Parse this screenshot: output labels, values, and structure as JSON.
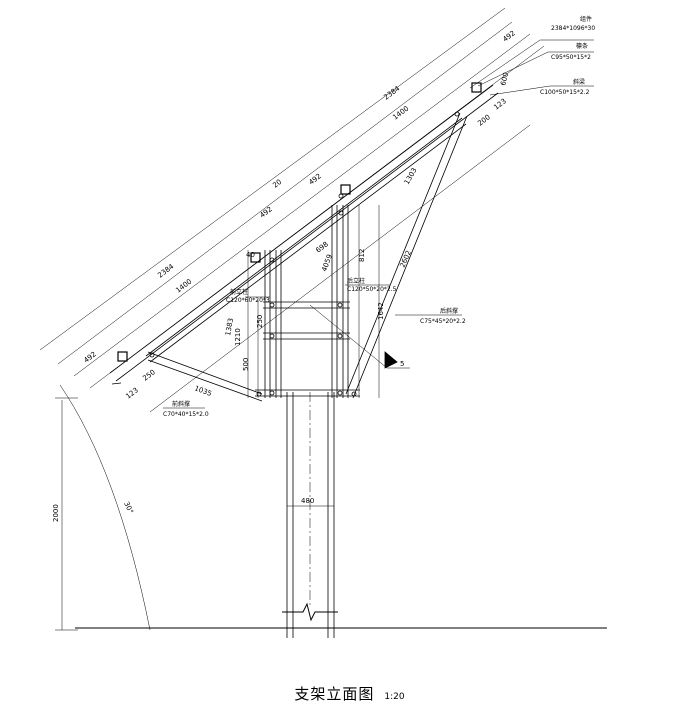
{
  "title": "支架立面图",
  "scale": "1:20",
  "top_dims": [
    "2384",
    "1400",
    "492",
    "492",
    "492",
    "20",
    "2384",
    "1400",
    "492"
  ],
  "upper_dims": [
    "40",
    "698",
    "4059",
    "812",
    "1303",
    "2602",
    "250",
    "1642",
    "200",
    "123",
    "600"
  ],
  "frame_dims": [
    "1383",
    "1210",
    "250",
    "500",
    "1035",
    "250",
    "123",
    "480"
  ],
  "ground_dims": [
    "2000",
    "30°"
  ],
  "section_mark": "5",
  "labels": [
    {
      "title": "组件",
      "spec": "2384*1096*30"
    },
    {
      "title": "檩条",
      "spec": "C95*50*15*2"
    },
    {
      "title": "斜梁",
      "spec": "C100*50*15*2.2"
    },
    {
      "title": "前立柱",
      "spec": "C120*60*20*3"
    },
    {
      "title": "后立柱",
      "spec": "C120*50*20*2.5"
    },
    {
      "title": "后斜撑",
      "spec": "C75*45*20*2.2"
    },
    {
      "title": "前斜撑",
      "spec": "C70*40*15*2.0"
    }
  ]
}
